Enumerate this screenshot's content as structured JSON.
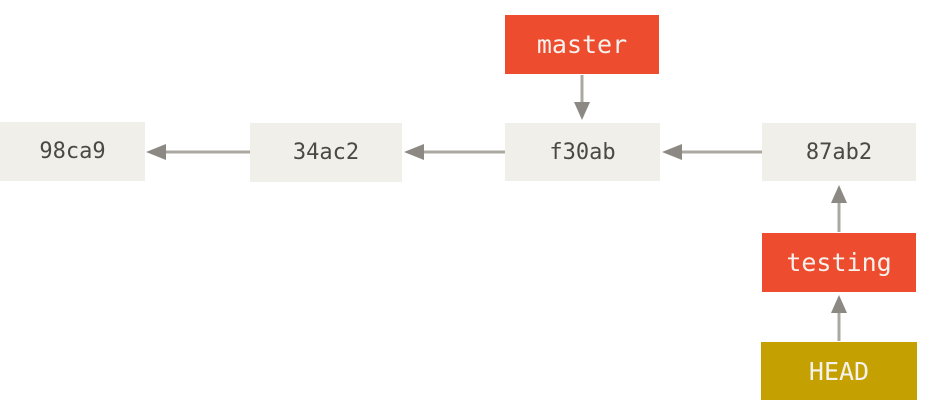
{
  "diagram": {
    "type": "git-commit-graph",
    "colors": {
      "background": "#ffffff",
      "commit_fill": "#f0efe9",
      "commit_text": "#4c4843",
      "branch_fill": "#ee4c2e",
      "branch_text": "#f5f2ee",
      "head_fill": "#c4a000",
      "head_text": "#f5f2ee",
      "arrow_line": "#aba8a2",
      "arrow_head": "#8c8984"
    },
    "commits": [
      {
        "id": "98ca9"
      },
      {
        "id": "34ac2",
        "parent": "98ca9"
      },
      {
        "id": "f30ab",
        "parent": "34ac2"
      },
      {
        "id": "87ab2",
        "parent": "f30ab"
      }
    ],
    "branches": [
      {
        "label": "master",
        "points_to": "f30ab"
      },
      {
        "label": "testing",
        "points_to": "87ab2"
      }
    ],
    "head": {
      "label": "HEAD",
      "points_to": "testing"
    }
  }
}
